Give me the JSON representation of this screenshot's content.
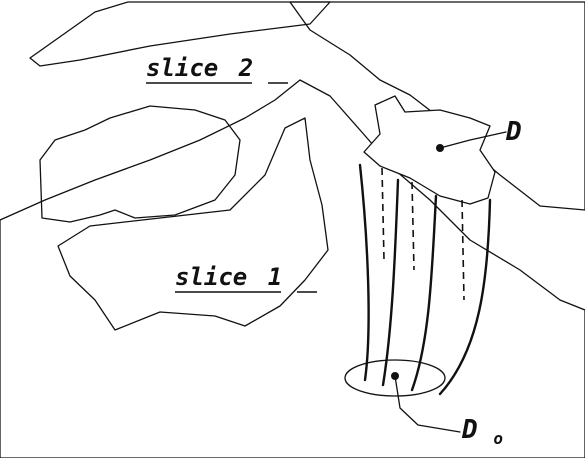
{
  "labels": {
    "slice_top": "slice",
    "slice_top_number": "2",
    "slice_bottom": "slice",
    "slice_bottom_number": "1",
    "region_top": "D",
    "region_bottom": "D",
    "region_bottom_subscript": "o"
  },
  "colors": {
    "ink": "#111111",
    "paper": "#ffffff"
  }
}
